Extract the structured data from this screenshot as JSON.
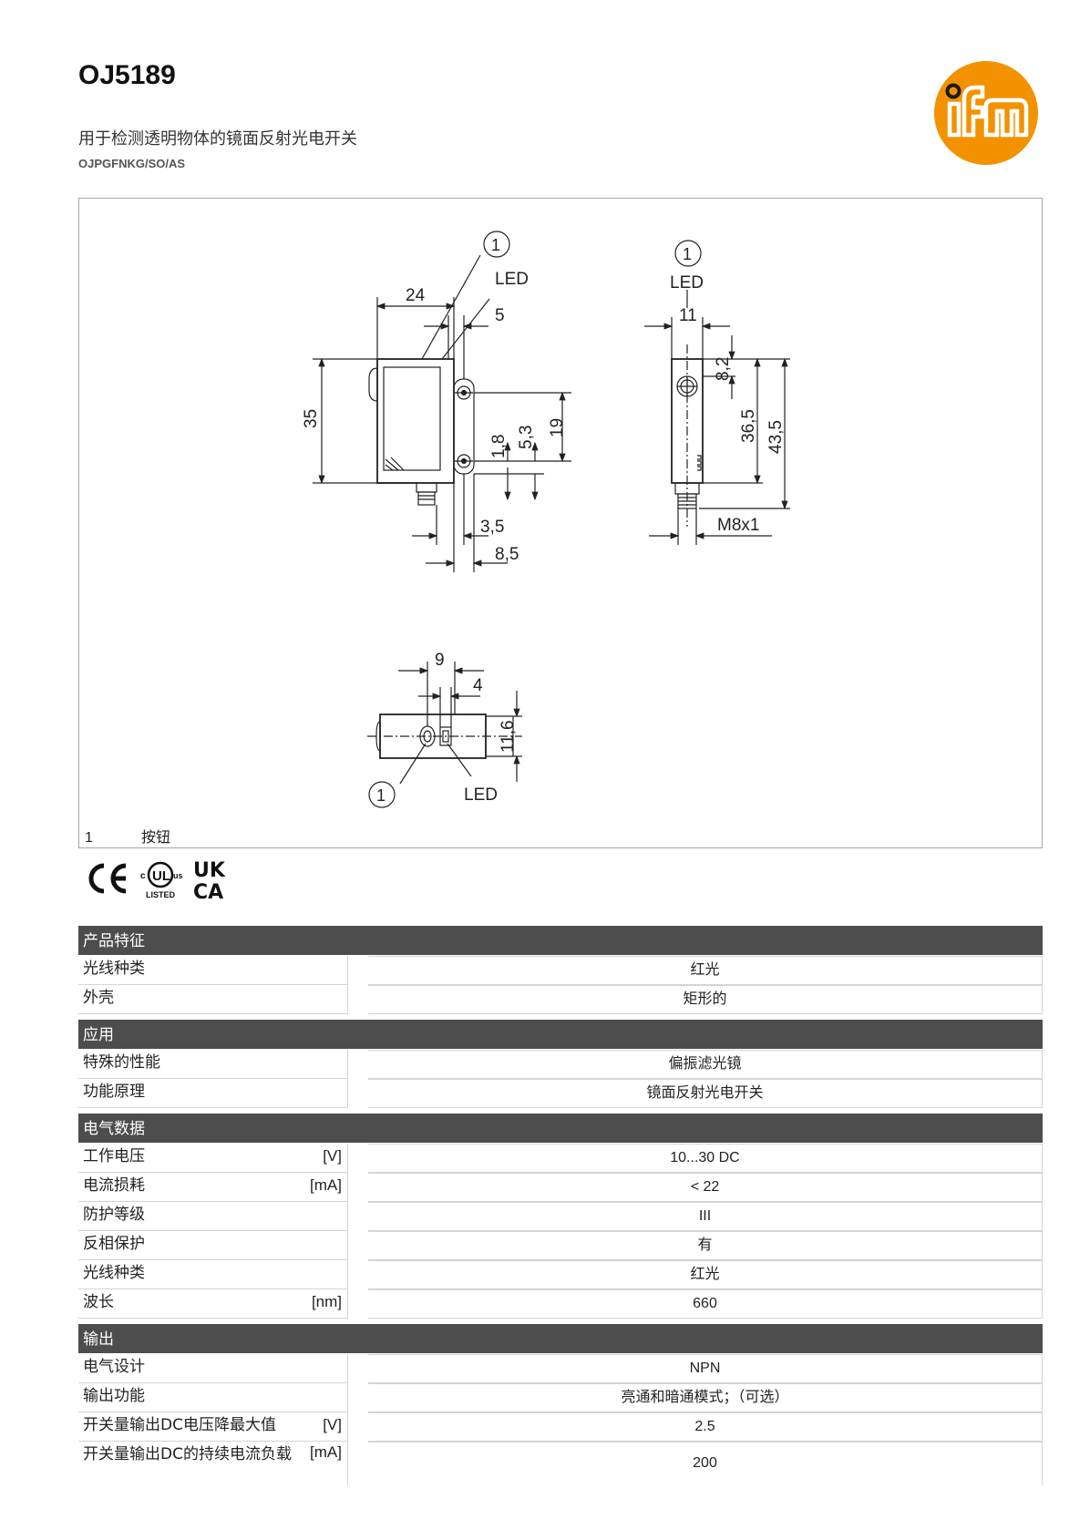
{
  "header": {
    "title": "OJ5189",
    "subtitle": "用于检测透明物体的镜面反射光电开关",
    "code": "OJPGFNKG/SO/AS"
  },
  "brand": {
    "logo_text": "ifm",
    "color": "#f39200"
  },
  "drawing": {
    "labels": {
      "led": "LED",
      "callout": "1",
      "d24": "24",
      "d5": "5",
      "d35": "35",
      "d19": "19",
      "d5_3": "5,3",
      "d1_8": "1,8",
      "d3_5": "3,5",
      "d8_5": "8,5",
      "d11": "11",
      "d8_2": "8,2",
      "d36_5": "36,5",
      "d43_5": "43,5",
      "m8": "M8x1",
      "d9": "9",
      "d4": "4",
      "d11_6": "11,6"
    },
    "legend": [
      {
        "num": "1",
        "text": "按钮"
      }
    ]
  },
  "certifications": [
    "CE-icon",
    "cULus-listed-icon",
    "UKCA-icon"
  ],
  "cert_text": {
    "c": "c",
    "us": "us",
    "listed": "LISTED",
    "uk": "UK",
    "ca": "CA"
  },
  "sections": [
    {
      "title": "产品特征",
      "rows": [
        {
          "label": "光线种类",
          "unit": "",
          "value": "红光"
        },
        {
          "label": "外壳",
          "unit": "",
          "value": "矩形的"
        }
      ]
    },
    {
      "title": "应用",
      "rows": [
        {
          "label": "特殊的性能",
          "unit": "",
          "value": "偏振滤光镜"
        },
        {
          "label": "功能原理",
          "unit": "",
          "value": "镜面反射光电开关"
        }
      ]
    },
    {
      "title": "电气数据",
      "rows": [
        {
          "label": "工作电压",
          "unit": "[V]",
          "value": "10...30 DC"
        },
        {
          "label": "电流损耗",
          "unit": "[mA]",
          "value": "< 22"
        },
        {
          "label": "防护等级",
          "unit": "",
          "value": "III"
        },
        {
          "label": "反相保护",
          "unit": "",
          "value": "有"
        },
        {
          "label": "光线种类",
          "unit": "",
          "value": "红光"
        },
        {
          "label": "波长",
          "unit": "[nm]",
          "value": "660"
        }
      ]
    },
    {
      "title": "输出",
      "rows": [
        {
          "label": "电气设计",
          "unit": "",
          "value": "NPN"
        },
        {
          "label": "输出功能",
          "unit": "",
          "value": "亮通和暗通模式；（可选）"
        },
        {
          "label": "开关量输出DC电压降最大值",
          "unit": "[V]",
          "value": "2.5"
        },
        {
          "label": "开关量输出DC的持续电流负载",
          "unit": "[mA]",
          "value": "200"
        }
      ]
    }
  ]
}
